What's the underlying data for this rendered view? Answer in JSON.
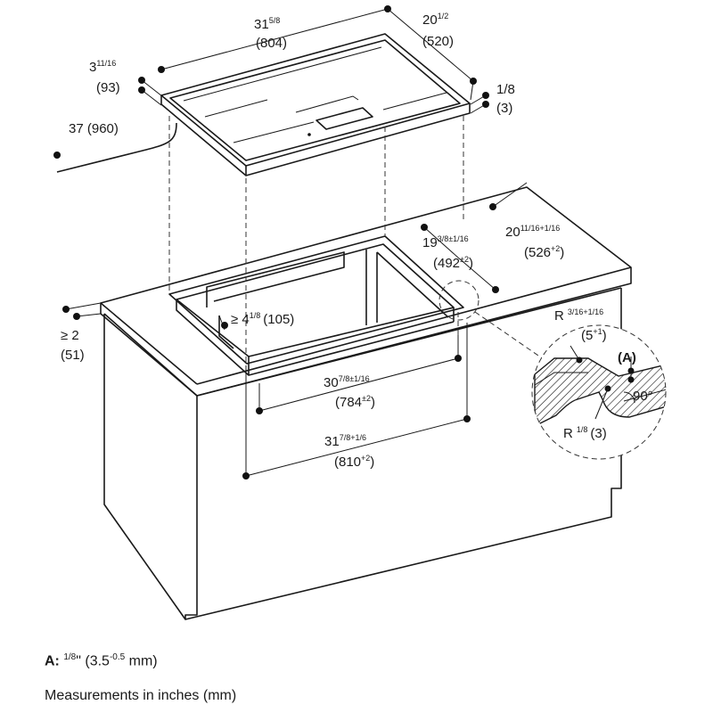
{
  "dimensions": {
    "cooktop_width_in": "31",
    "cooktop_width_in_frac": "5/8",
    "cooktop_width_mm": "(804)",
    "cooktop_depth_in": "20",
    "cooktop_depth_in_frac": "1/2",
    "cooktop_depth_mm": "(520)",
    "cooktop_height_in": "3",
    "cooktop_height_in_frac": "11/16",
    "cooktop_height_mm": "(93)",
    "frame_thickness_in": "1/8",
    "frame_thickness_mm": "(3)",
    "cable_length": "37 (960)",
    "inner_depth_in": "19",
    "inner_depth_tol": "3/8±1/16",
    "inner_depth_mm": "(492",
    "inner_depth_mm_tol": "±2",
    "inner_depth_mm_close": ")",
    "outer_depth_in": "20",
    "outer_depth_tol": "11/16+1/16",
    "outer_depth_mm": "(526",
    "outer_depth_mm_tol": "+2",
    "outer_depth_mm_close": ")",
    "inset_min": "≥ 4",
    "inset_frac": "1/8",
    "inset_mm": "(105)",
    "counter_min": "≥ 2",
    "counter_mm": "(51)",
    "inner_width_in": "30",
    "inner_width_tol": "7/8±1/16",
    "inner_width_mm": "(784",
    "inner_width_mm_tol": "±2",
    "inner_width_mm_close": ")",
    "outer_width_in": "31",
    "outer_width_tol": "7/8+1/6",
    "outer_width_mm": "(810",
    "outer_width_mm_tol": "+2",
    "outer_width_mm_close": ")",
    "radius_top": "R",
    "radius_top_tol": "3/16+1/16",
    "radius_top_mm": "(5",
    "radius_top_mm_tol": "+1",
    "radius_top_mm_close": ")",
    "detail_label": "(A)",
    "angle": "90°",
    "radius_bottom": "R",
    "radius_bottom_frac": "1/8",
    "radius_bottom_mm": "(3)"
  },
  "notes": {
    "a_label": "A:",
    "a_frac": "1/8",
    "a_text": "\" (3.5",
    "a_tol": "-0.5",
    "a_unit": " mm)",
    "units": "Measurements in inches (mm)"
  }
}
